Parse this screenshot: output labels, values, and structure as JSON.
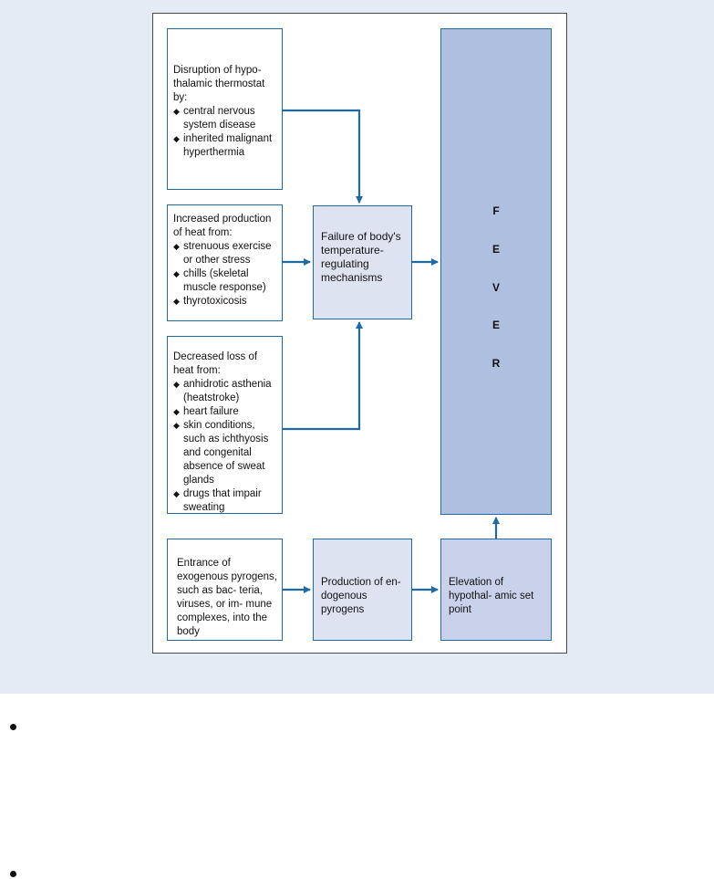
{
  "boxes": {
    "thermostat": {
      "heading": "Disruption of hypo- thalamic thermostat by:",
      "items": [
        "central nervous system disease",
        "inherited malignant hyperthermia"
      ]
    },
    "production": {
      "heading": "Increased production of heat from:",
      "items": [
        "strenuous exercise or other stress",
        "chills (skeletal muscle response)",
        "thyrotoxicosis"
      ]
    },
    "loss": {
      "heading": "Decreased loss of heat from:",
      "items": [
        "anhidrotic asthenia (heatstroke)",
        "heart failure",
        "skin conditions, such as ichthyosis and congenital absence of sweat glands",
        "drugs that impair sweating"
      ]
    },
    "failure": "Failure of body's temperature- regulating mechanisms",
    "exogenous": "Entrance of exogenous pyrogens, such as bac- teria, viruses, or im- mune complexes, into the body",
    "endogenous": "Production of en- dogenous pyrogens",
    "setpoint": "Elevation of hypothal- amic set point",
    "fever_letters": [
      "F",
      "E",
      "V",
      "E",
      "R"
    ]
  },
  "colors": {
    "band": "#e4ebf5",
    "arrow": "#1f6aa5",
    "fever_box": "#aebfe0",
    "light_box": "#dde3f0",
    "mid_box": "#c9d2ea"
  }
}
